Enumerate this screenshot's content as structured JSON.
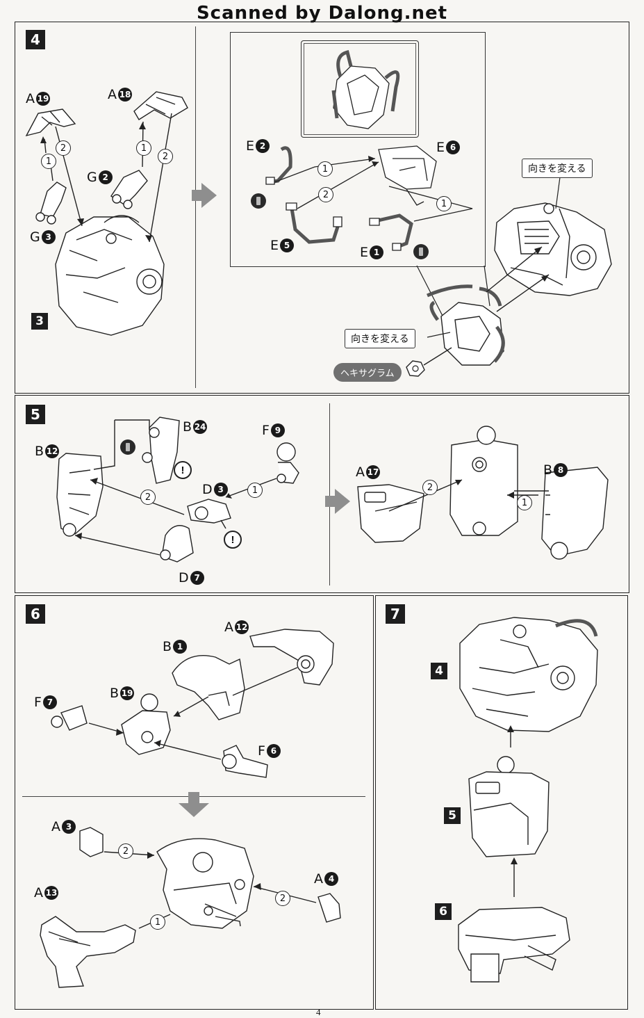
{
  "header": {
    "scan_credit": "Scanned by Dalong.net"
  },
  "page_number": "4",
  "step4": {
    "badge": "4",
    "parts": {
      "a19": {
        "letter": "A",
        "num": "19"
      },
      "a18": {
        "letter": "A",
        "num": "18"
      },
      "g2": {
        "letter": "G",
        "num": "2"
      },
      "g3": {
        "letter": "G",
        "num": "3"
      },
      "e2": {
        "letter": "E",
        "num": "2"
      },
      "e6": {
        "letter": "E",
        "num": "6"
      },
      "e5": {
        "letter": "E",
        "num": "5"
      },
      "e1": {
        "letter": "E",
        "num": "1"
      }
    },
    "ref_badge": "3",
    "change_direction_1": "向きを変える",
    "change_direction_2": "向きを変える",
    "hexagram": "ヘキサグラム"
  },
  "step5": {
    "badge": "5",
    "parts": {
      "b24": {
        "letter": "B",
        "num": "24"
      },
      "b12": {
        "letter": "B",
        "num": "12"
      },
      "f9": {
        "letter": "F",
        "num": "9"
      },
      "d3": {
        "letter": "D",
        "num": "3"
      },
      "d7": {
        "letter": "D",
        "num": "7"
      },
      "a17": {
        "letter": "A",
        "num": "17"
      },
      "b8": {
        "letter": "B",
        "num": "8"
      }
    },
    "warning": "!"
  },
  "step6": {
    "badge": "6",
    "parts": {
      "a12": {
        "letter": "A",
        "num": "12"
      },
      "b1": {
        "letter": "B",
        "num": "1"
      },
      "b19": {
        "letter": "B",
        "num": "19"
      },
      "f7": {
        "letter": "F",
        "num": "7"
      },
      "f6": {
        "letter": "F",
        "num": "6"
      },
      "a3": {
        "letter": "A",
        "num": "3"
      },
      "a4": {
        "letter": "A",
        "num": "4"
      },
      "a13": {
        "letter": "A",
        "num": "13"
      }
    }
  },
  "step7": {
    "badge": "7",
    "ref4": "4",
    "ref5": "5",
    "ref6": "6"
  },
  "sequence": {
    "one": "1",
    "two": "2"
  }
}
